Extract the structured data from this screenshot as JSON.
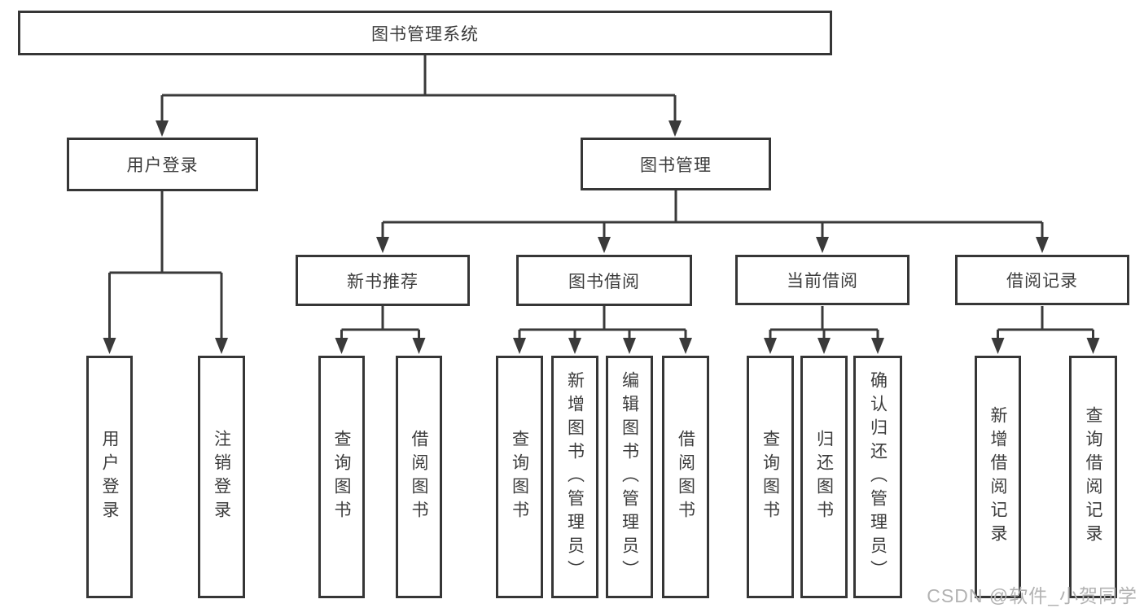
{
  "diagram": {
    "root": {
      "label": "图书管理系统"
    },
    "level1": [
      {
        "label": "用户登录",
        "children": [
          {
            "label": "用户登录"
          },
          {
            "label": "注销登录"
          }
        ]
      },
      {
        "label": "图书管理",
        "children": [
          {
            "label": "新书推荐",
            "children": [
              {
                "label": "查询图书"
              },
              {
                "label": "借阅图书"
              }
            ]
          },
          {
            "label": "图书借阅",
            "children": [
              {
                "label": "查询图书"
              },
              {
                "label": "新增图书（管理员）"
              },
              {
                "label": "编辑图书（管理员）"
              },
              {
                "label": "借阅图书"
              }
            ]
          },
          {
            "label": "当前借阅",
            "children": [
              {
                "label": "查询图书"
              },
              {
                "label": "归还图书"
              },
              {
                "label": "确认归还（管理员）"
              }
            ]
          },
          {
            "label": "借阅记录",
            "children": [
              {
                "label": "新增借阅记录"
              },
              {
                "label": "查询借阅记录"
              }
            ]
          }
        ]
      }
    ]
  },
  "watermark": {
    "text": "CSDN @软件_小贺同学"
  },
  "colors": {
    "line": "#3a3a3a",
    "box_border": "#363636",
    "box_fill": "#ffffff",
    "text": "#3c3c3c",
    "watermark": "#b2b2b2"
  }
}
